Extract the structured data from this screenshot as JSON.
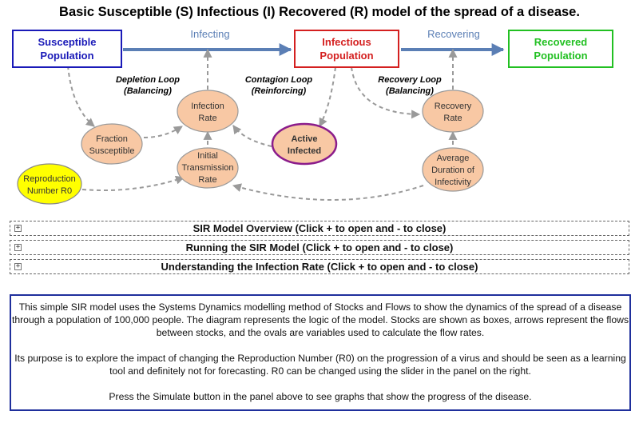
{
  "title": "Basic Susceptible (S) Infectious (I) Recovered (R) model of the spread of a disease.",
  "stocks": {
    "susceptible": [
      "Susceptible",
      "Population"
    ],
    "infectious": [
      "Infectious",
      "Population"
    ],
    "recovered": [
      "Recovered",
      "Population"
    ]
  },
  "flows": {
    "infecting": "Infecting",
    "recovering": "Recovering"
  },
  "loops": {
    "depletion": [
      "Depletion Loop",
      "(Balancing)"
    ],
    "contagion": [
      "Contagion Loop",
      "(Reinforcing)"
    ],
    "recovery": [
      "Recovery Loop",
      "(Balancing)"
    ]
  },
  "variables": {
    "infection_rate": [
      "Infection",
      "Rate"
    ],
    "fraction_susceptible": [
      "Fraction",
      "Susceptible"
    ],
    "initial_transmission_rate": [
      "Initial",
      "Transmission",
      "Rate"
    ],
    "reproduction_number": [
      "Reproduction",
      "Number R0"
    ],
    "active_infected": [
      "Active",
      "Infected"
    ],
    "recovery_rate": [
      "Recovery",
      "Rate"
    ],
    "average_duration": [
      "Average",
      "Duration of",
      "Infectivity"
    ]
  },
  "colors": {
    "susceptible": "#1a1ab8",
    "infectious": "#d42020",
    "recovered": "#22c022",
    "flow": "#5b7fb5",
    "variable_fill": "#f8c8a4",
    "r0_fill": "#ffff00",
    "active_border": "#8b1c8b",
    "description_border": "#1f2f9c"
  },
  "panels": [
    {
      "toggle": "+",
      "label": "SIR Model Overview (Click + to open and - to close)"
    },
    {
      "toggle": "+",
      "label": "Running the SIR Model (Click + to open and - to close)"
    },
    {
      "toggle": "+",
      "label": "Understanding the Infection Rate (Click + to open and - to close)"
    }
  ],
  "description": [
    "This simple SIR model uses the Systems Dynamics modelling method of Stocks and Flows to show the dynamics of the spread of a disease through a population of 100,000 people. The diagram represents the logic of the model. Stocks are shown as boxes, arrows represent the flows between stocks, and the ovals are variables used to calculate the flow rates.",
    "Its purpose is to explore the impact of changing the Reproduction Number (R0) on the progression of a virus and should be seen as a learning tool and definitely not for forecasting. R0 can be changed using the slider in the panel on the right.",
    "Press the Simulate button in the panel above to see graphs that show the progress of the disease."
  ]
}
